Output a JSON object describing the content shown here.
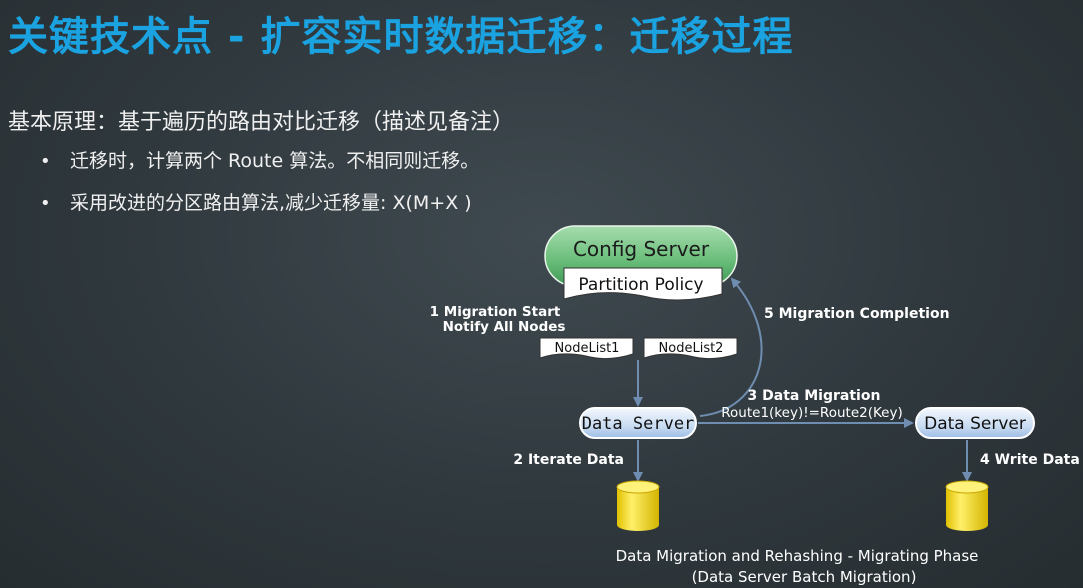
{
  "title": "关键技术点 - 扩容实时数据迁移：迁移过程",
  "principle": "基本原理：基于遍历的路由对比迁移（描述见备注）",
  "bullets": [
    "迁移时，计算两个 Route 算法。不相同则迁移。",
    "采用改进的分区路由算法,减少迁移量: X(M+X )"
  ],
  "diagram": {
    "config_server": "Config Server",
    "partition_policy": "Partition Policy",
    "step1_line1": "1 Migration Start",
    "step1_line2": "Notify All Nodes",
    "nodelist1": "NodeList1",
    "nodelist2": "NodeList2",
    "step5": "5 Migration Completion",
    "step3_line1": "3 Data Migration",
    "step3_line2": "Route1(key)!=Route2(Key)",
    "data_server_left": "Data Server",
    "data_server_right": "Data Server",
    "step2": "2 Iterate Data",
    "step4": "4 Write Data",
    "caption_line1": "Data Migration and Rehashing - Migrating Phase",
    "caption_line2": "(Data Server Batch Migration)"
  },
  "colors": {
    "title": "#1aa3e0",
    "config_server_fill": "#6cbf7c",
    "data_server_fill": "#c9dcf2",
    "database_fill": "#f2d200",
    "arrow": "#6f8db0"
  }
}
